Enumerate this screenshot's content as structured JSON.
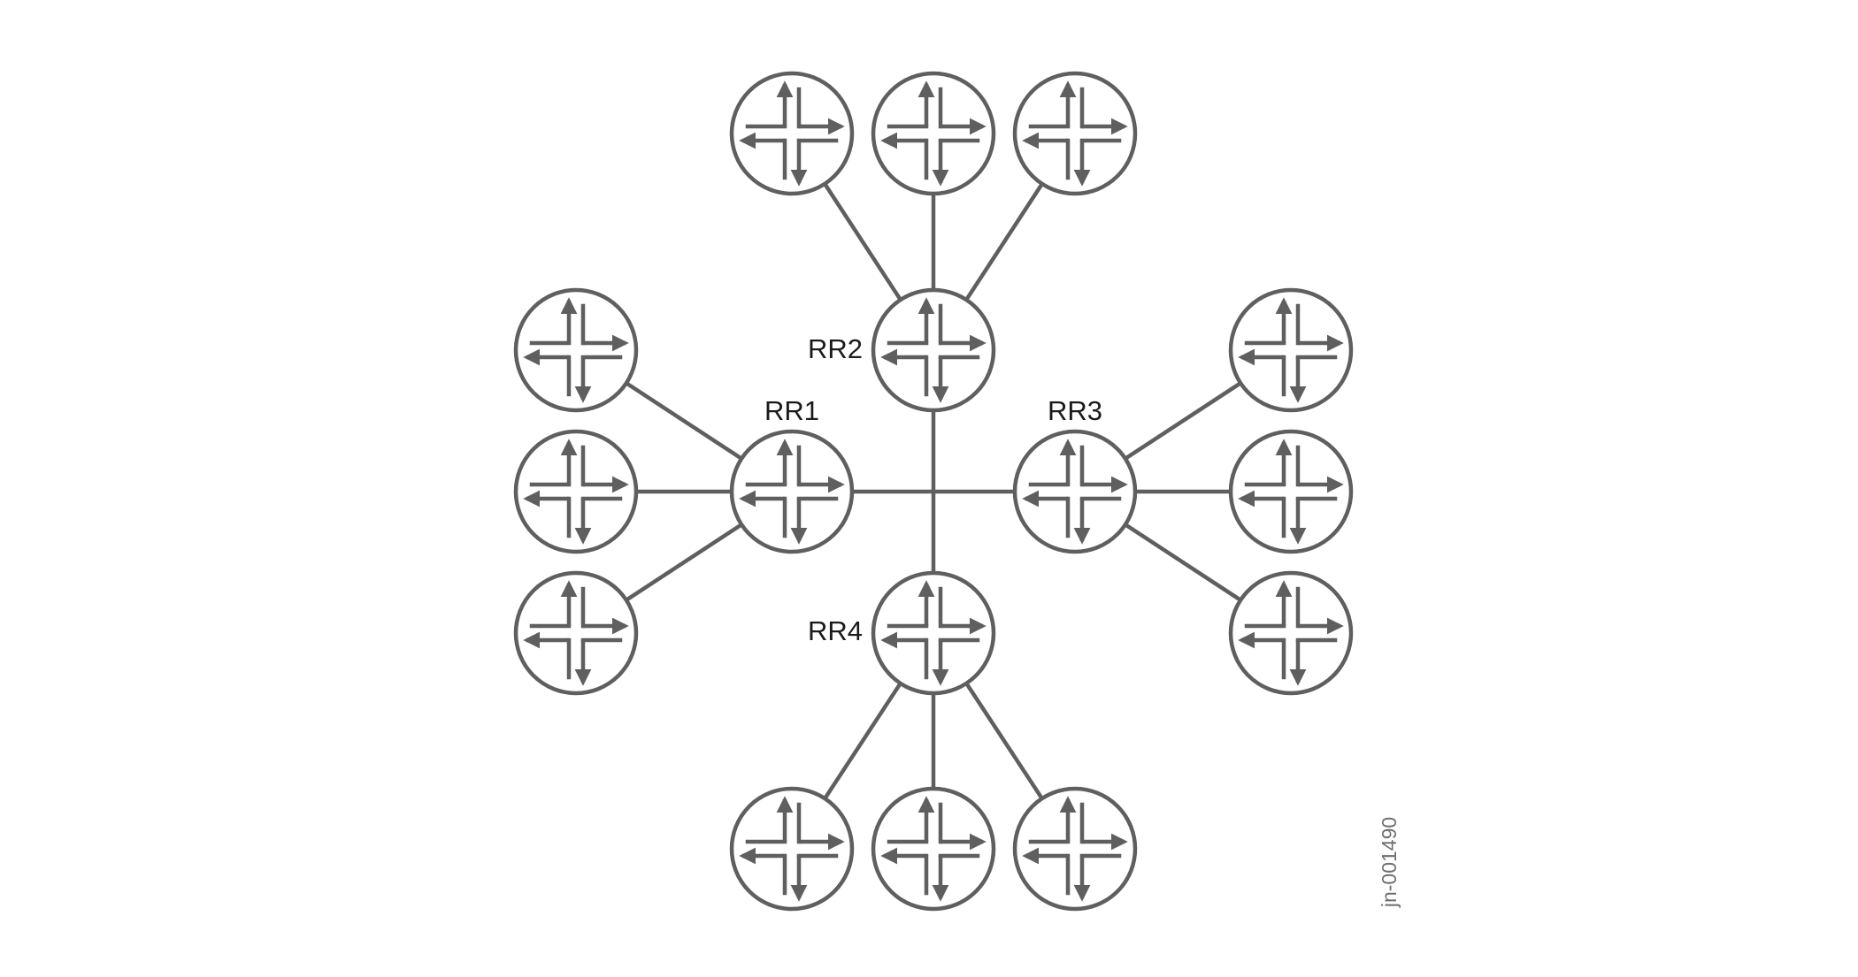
{
  "diagram": {
    "stroke_color": "#5f5f5f",
    "background": "#ffffff",
    "node_icon": "router-icon",
    "route_reflectors": [
      {
        "id": "rr1",
        "label": "RR1"
      },
      {
        "id": "rr2",
        "label": "RR2"
      },
      {
        "id": "rr3",
        "label": "RR3"
      },
      {
        "id": "rr4",
        "label": "RR4"
      }
    ],
    "client_routers_per_reflector": 3,
    "figure_id": "jn-001490"
  }
}
